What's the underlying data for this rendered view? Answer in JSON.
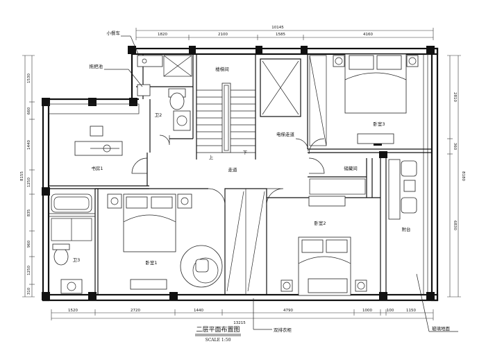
{
  "title": "二层平面布置图",
  "scale": "SCALE 1:50",
  "rooms": {
    "stair": "楼梯间",
    "wc2": "卫2",
    "study": "书房1",
    "corridor": "走道",
    "elevator_hall": "电梯走道",
    "bedroom3": "卧室3",
    "storage": "储藏间",
    "bedroom1": "卧室1",
    "bedroom2": "卧室2",
    "wc3": "卫3",
    "annex": "附台",
    "up": "上",
    "down": "下"
  },
  "callouts": {
    "small_cabinet": "小餐车",
    "laundry_pool": "拖把池",
    "double_wardrobe": "双排衣柜",
    "glass_floor": "玻璃地面"
  },
  "dims_top": {
    "overall": "10145",
    "d1": "1820",
    "d2": "2100",
    "d3": "1585",
    "d4": "4160"
  },
  "dims_bottom": {
    "overall": "13215",
    "d1": "1520",
    "d2": "2720",
    "d3": "1440",
    "d4": "4790",
    "d5": "1000",
    "d6": "100",
    "d7": "1150"
  },
  "dims_left": {
    "overall": "8155",
    "d1": "1530",
    "d2": "660",
    "d3": "1440",
    "d4": "1250",
    "d5": "835",
    "d6": "960",
    "d7": "1250",
    "d8": "310"
  },
  "dims_right": {
    "overall": "8180",
    "d1": "2810",
    "d2": "360",
    "d3": "6830"
  }
}
